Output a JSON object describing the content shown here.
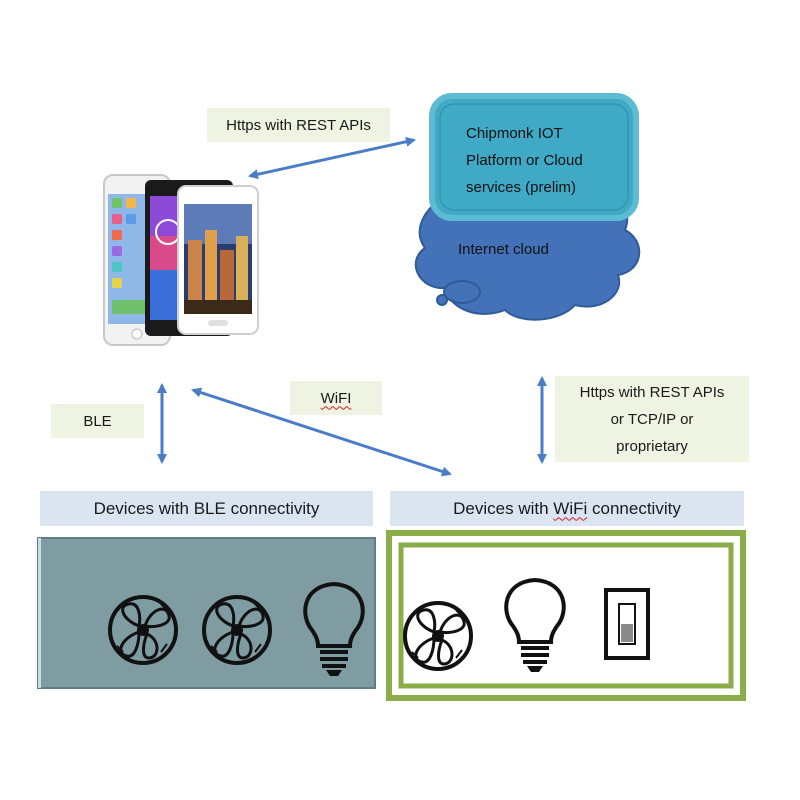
{
  "labels": {
    "https_top": "Https with REST APIs",
    "wifi_link": "WiFI",
    "ble_link": "BLE",
    "https_right_1": "Https with REST APIs",
    "https_right_2": "or TCP/IP or",
    "https_right_3": "proprietary"
  },
  "cloud": {
    "platform_1": "Chipmonk IOT",
    "platform_2": "Platform or Cloud",
    "platform_3": "services (prelim)",
    "internet": "Internet cloud"
  },
  "groups": {
    "ble_header_pre": "Devices with BLE connectivity",
    "wifi_header_pre": "Devices with ",
    "wifi_header_word": "WiFi",
    "wifi_header_post": " connectivity"
  },
  "colors": {
    "arrow": "#4a7cc8",
    "platform_fill": "#3fa9c6",
    "cloud_fill": "#4472b8",
    "ble_panel": "#7f9ca3",
    "wifi_border": "#8aad4a",
    "label_bg": "#eef3e2",
    "header_bg": "#dbe4f1"
  },
  "icons": [
    "smartphones-image",
    "fan-icon",
    "bulb-icon",
    "switch-icon"
  ]
}
